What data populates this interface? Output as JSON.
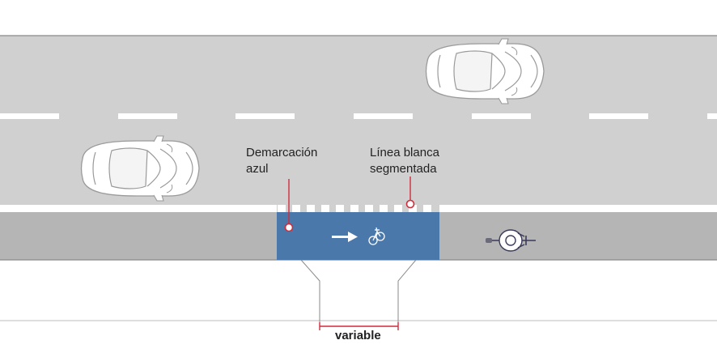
{
  "labels": {
    "blue_marking": [
      "Demarcación",
      "azul"
    ],
    "dashed_line": [
      "Línea blanca",
      "segmentada"
    ],
    "width": "variable"
  },
  "icons": {
    "car_top": "car-top-view-icon",
    "car_bottom": "car-top-view-icon",
    "direction_arrow": "arrow-right-icon",
    "bicycle": "bicycle-icon",
    "cyclist": "cyclist-top-view-icon"
  },
  "colors": {
    "road": "#d0d0d0",
    "bike_lane": "#b5b5b5",
    "blue_marking": "#4a78aa",
    "callout": "#d12c3c",
    "lane_line": "#ffffff"
  }
}
